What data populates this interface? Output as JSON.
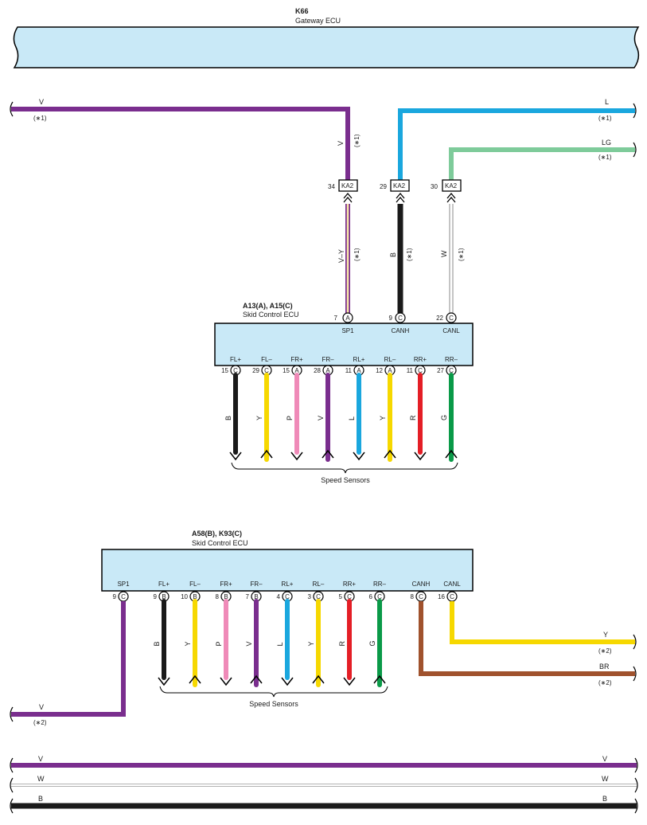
{
  "colors": {
    "V": "#7a2e8e",
    "L": "#1aa7de",
    "LG": "#7ecb9a",
    "B": "#1a1a1a",
    "W": "#ffffff",
    "Y": "#f6d800",
    "P": "#ef8ab8",
    "R": "#e41e26",
    "G": "#0a9a48",
    "BR": "#a0522d",
    "VY_outer": "#7a2e8e",
    "VY_inner": "#fbe9a8",
    "ecu_fill": "#c9e9f7"
  },
  "gateway": {
    "code": "K66",
    "name": "Gateway ECU"
  },
  "top_wires": [
    {
      "color_code": "V",
      "note": "(∗1)",
      "vertical_label": "V",
      "vertical_note": "(∗1)",
      "pin": "34",
      "connector": "KA2"
    },
    {
      "color_code": "L",
      "note": "(∗1)",
      "pin": "29",
      "connector": "KA2"
    },
    {
      "color_code": "LG",
      "note": "(∗1)",
      "pin": "30",
      "connector": "KA2"
    }
  ],
  "mid_wires": [
    {
      "label": "V–Y",
      "note": "(∗1)"
    },
    {
      "label": "B",
      "note": "(∗1)"
    },
    {
      "label": "W",
      "note": "(∗1)"
    }
  ],
  "ecu1": {
    "code": "A13(A), A15(C)",
    "name": "Skid Control ECU",
    "top_pins": [
      {
        "num": "7",
        "conn": "A",
        "name": "SP1"
      },
      {
        "num": "9",
        "conn": "C",
        "name": "CANH"
      },
      {
        "num": "22",
        "conn": "C",
        "name": "CANL"
      }
    ],
    "bottom_pins": [
      {
        "num": "15",
        "conn": "C",
        "name": "FL+",
        "wire": "B",
        "dir": "down"
      },
      {
        "num": "29",
        "conn": "C",
        "name": "FL–",
        "wire": "Y",
        "dir": "up"
      },
      {
        "num": "15",
        "conn": "A",
        "name": "FR+",
        "wire": "P",
        "dir": "down"
      },
      {
        "num": "28",
        "conn": "A",
        "name": "FR–",
        "wire": "V",
        "dir": "up"
      },
      {
        "num": "11",
        "conn": "A",
        "name": "RL+",
        "wire": "L",
        "dir": "down"
      },
      {
        "num": "12",
        "conn": "A",
        "name": "RL–",
        "wire": "Y",
        "dir": "up"
      },
      {
        "num": "11",
        "conn": "C",
        "name": "RR+",
        "wire": "R",
        "dir": "down"
      },
      {
        "num": "27",
        "conn": "C",
        "name": "RR–",
        "wire": "G",
        "dir": "up"
      }
    ],
    "sensors_label": "Speed Sensors"
  },
  "ecu2": {
    "code": "A58(B), K93(C)",
    "name": "Skid Control ECU",
    "pins": [
      {
        "num": "9",
        "conn": "C",
        "name": "SP1",
        "wire": "V"
      },
      {
        "num": "9",
        "conn": "B",
        "name": "FL+",
        "wire": "B",
        "dir": "down"
      },
      {
        "num": "10",
        "conn": "B",
        "name": "FL–",
        "wire": "Y",
        "dir": "up"
      },
      {
        "num": "8",
        "conn": "B",
        "name": "FR+",
        "wire": "P",
        "dir": "down"
      },
      {
        "num": "7",
        "conn": "B",
        "name": "FR–",
        "wire": "V",
        "dir": "up"
      },
      {
        "num": "4",
        "conn": "C",
        "name": "RL+",
        "wire": "L",
        "dir": "down"
      },
      {
        "num": "3",
        "conn": "C",
        "name": "RL–",
        "wire": "Y",
        "dir": "up"
      },
      {
        "num": "5",
        "conn": "C",
        "name": "RR+",
        "wire": "R",
        "dir": "down"
      },
      {
        "num": "6",
        "conn": "C",
        "name": "RR–",
        "wire": "G",
        "dir": "up"
      },
      {
        "num": "8",
        "conn": "C",
        "name": "CANH",
        "wire": "BR"
      },
      {
        "num": "16",
        "conn": "C",
        "name": "CANL",
        "wire": "Y"
      }
    ],
    "sensors_label": "Speed Sensors",
    "out_wires": [
      {
        "color_code": "Y",
        "note": "(∗2)"
      },
      {
        "color_code": "BR",
        "note": "(∗2)"
      },
      {
        "color_code": "V",
        "note": "(∗2)"
      }
    ]
  },
  "bus": [
    {
      "color_code": "V"
    },
    {
      "color_code": "W"
    },
    {
      "color_code": "B"
    }
  ]
}
